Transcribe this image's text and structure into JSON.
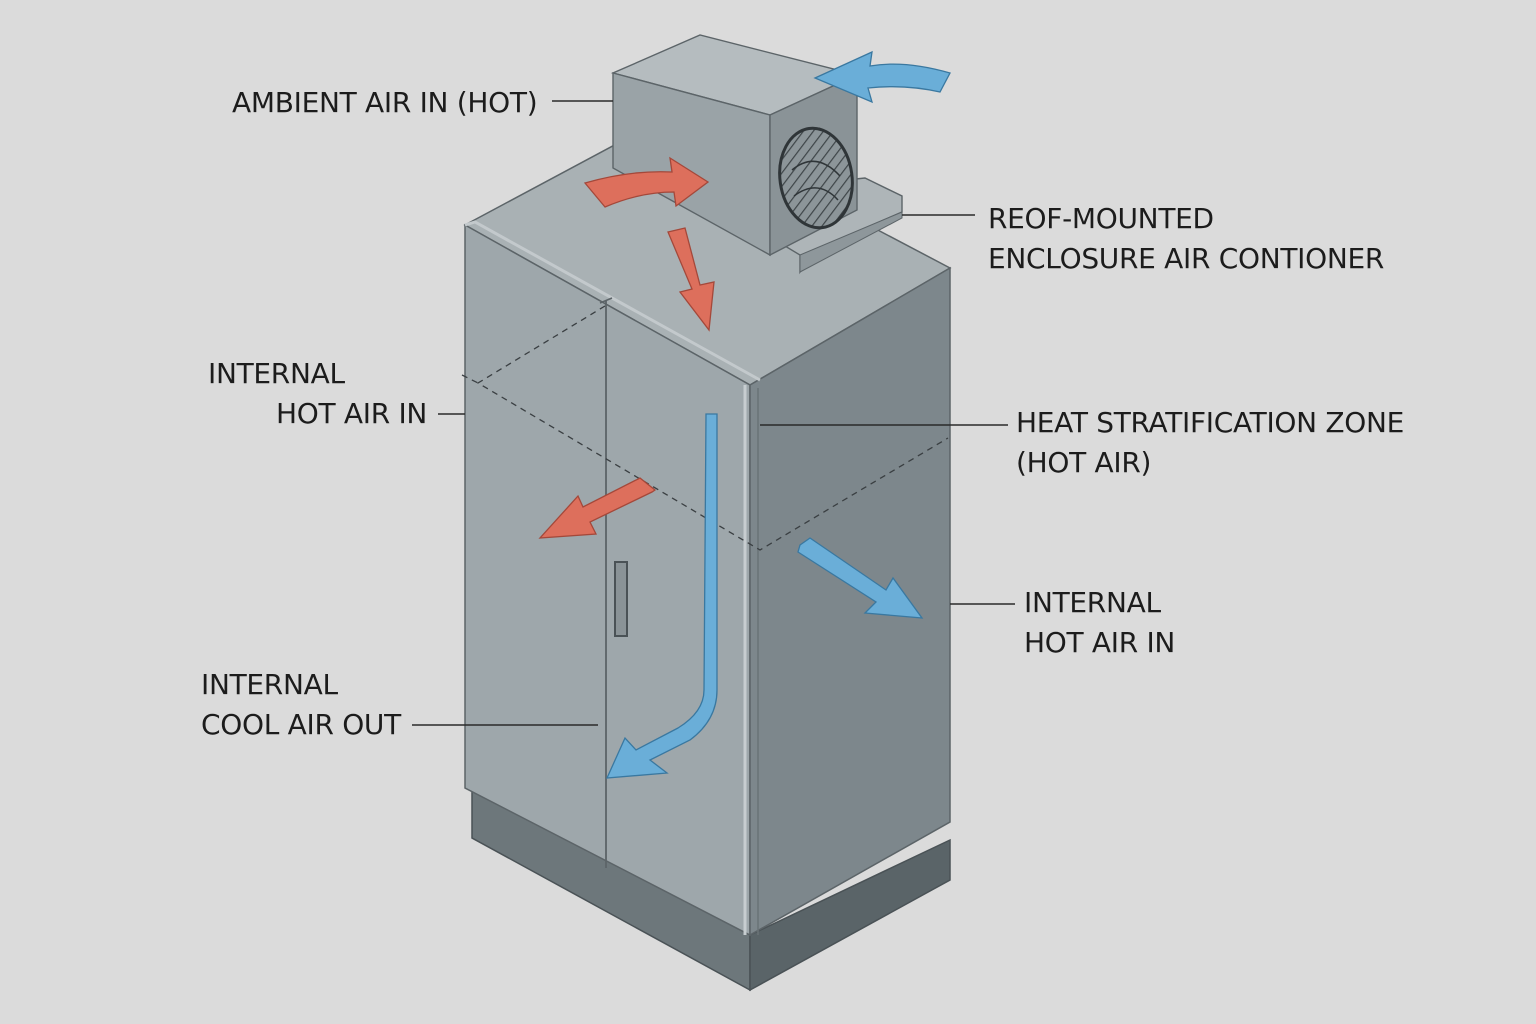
{
  "labels": {
    "ambient_air_in": "AMBIENT AIR IN (HOT)",
    "roof_mounted_line1": "REOF-MOUNTED",
    "roof_mounted_line2": "ENCLOSURE AIR CONTIONER",
    "internal_hot_air_in_left_line1": "INTERNAL",
    "internal_hot_air_in_left_line2": "HOT AIR IN",
    "heat_stratification_line1": "HEAT STRATIFICATION ZONE",
    "heat_stratification_line2": "(HOT AIR)",
    "internal_hot_air_in_right_line1": "INTERNAL",
    "internal_hot_air_in_right_line2": "HOT AIR IN",
    "internal_cool_air_out_line1": "INTERNAL",
    "internal_cool_air_out_line2": "COOL AIR OUT"
  },
  "colors": {
    "background": "#dbdbdb",
    "hot_air_arrow": "#dd6f5c",
    "cool_air_arrow": "#6aaed8",
    "cabinet_front": "#9ea7ab",
    "cabinet_side": "#7d878c",
    "cabinet_top": "#a9b1b4",
    "leader_line": "#2a2a2a"
  }
}
